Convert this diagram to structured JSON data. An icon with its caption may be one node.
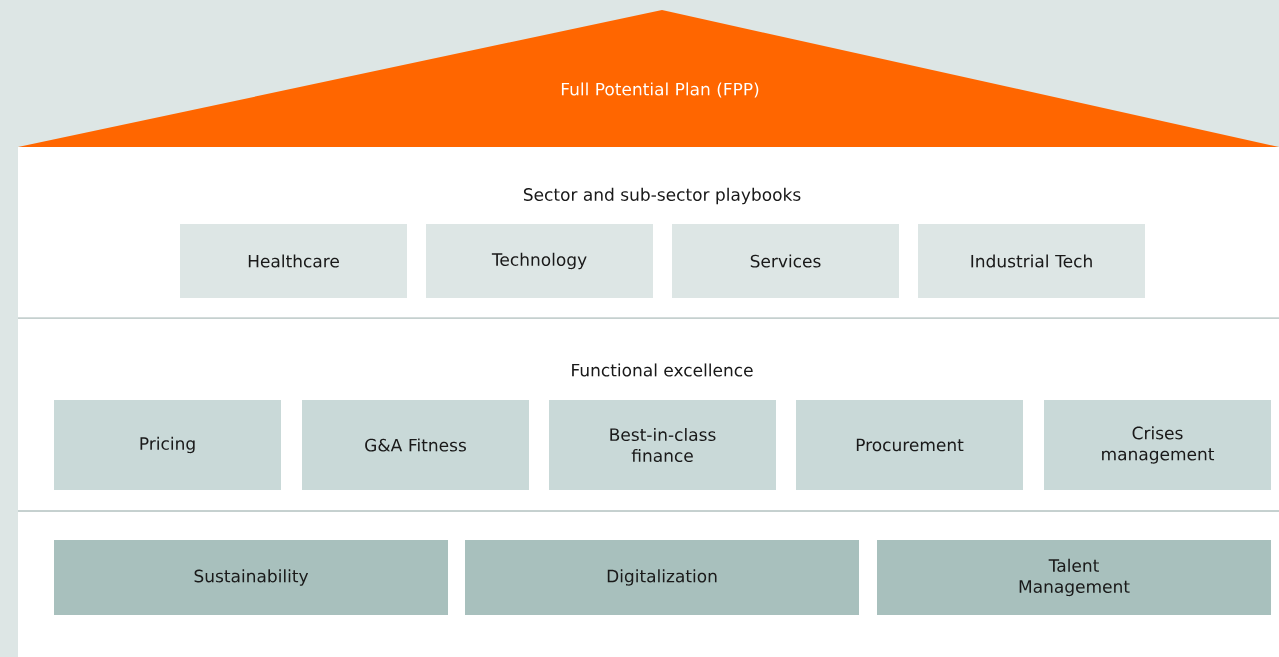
{
  "diagram": {
    "nodes": [
      {
        "text": [
          "Full Potential Plan (FPP)"
        ]
      },
      {
        "text": [
          "Healthcare"
        ]
      },
      {
        "text": [
          "Technology"
        ]
      },
      {
        "text": [
          "Services"
        ]
      },
      {
        "text": [
          "Industrial Tech"
        ]
      },
      {
        "text": [
          "Pricing"
        ]
      },
      {
        "text": [
          "G&A Fitness"
        ]
      },
      {
        "text": [
          "Best-in-class finance"
        ]
      },
      {
        "text": [
          "Procurement"
        ]
      },
      {
        "text": [
          "Crises management"
        ]
      },
      {
        "text": [
          "Sustainability"
        ]
      },
      {
        "text": [
          "Digitalization"
        ]
      },
      {
        "text": [
          "Talent Management"
        ]
      }
    ],
    "labels": [
      "Sector and sub-sector playbooks",
      "Functional excellence"
    ]
  }
}
